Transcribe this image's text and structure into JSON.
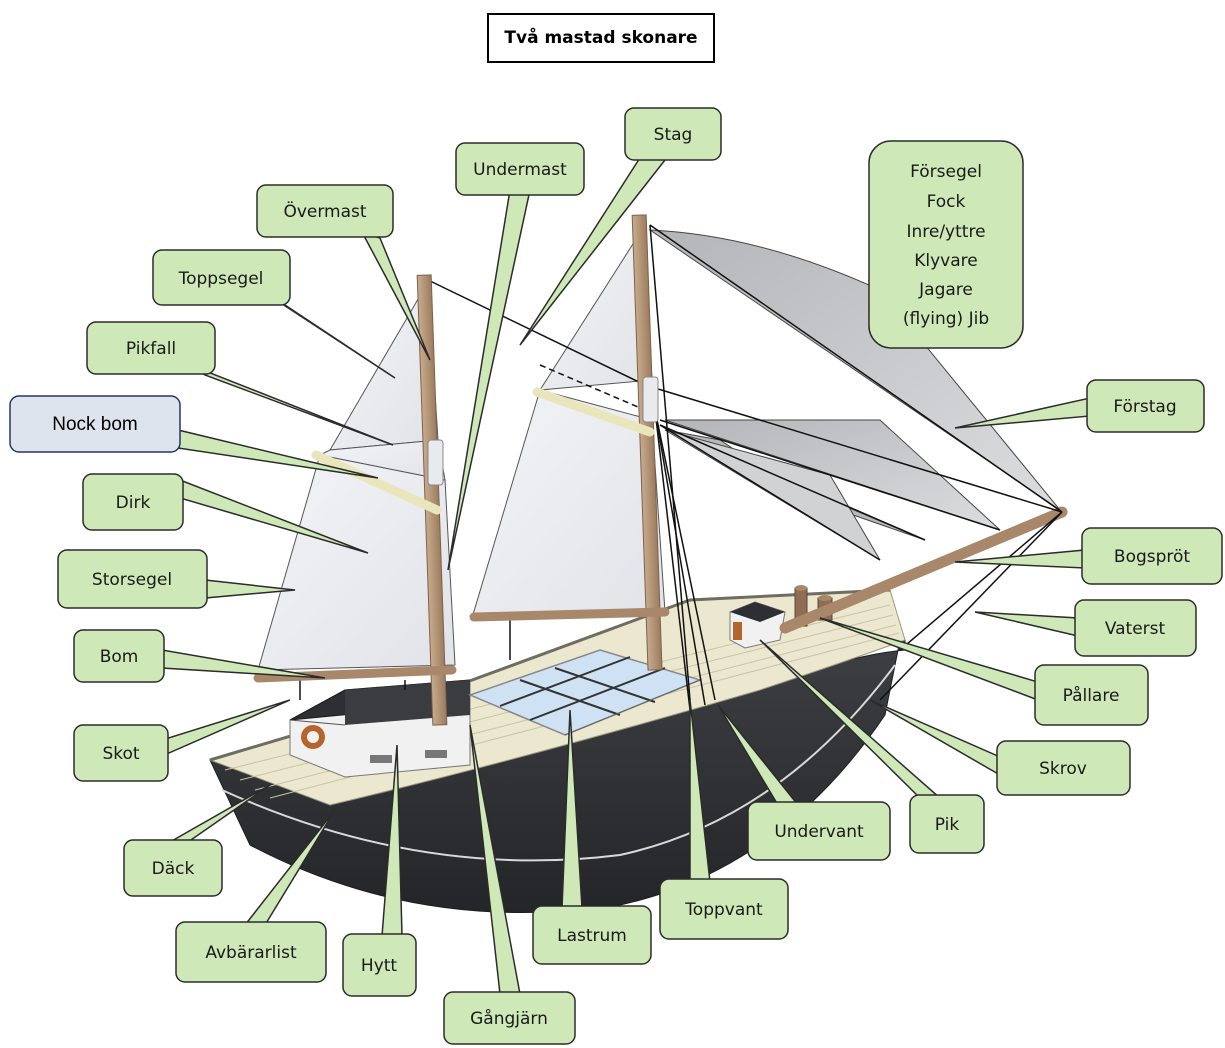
{
  "title": "Två mastad skonare",
  "sail_types": [
    "Försegel",
    "Fock",
    "Inre/yttre",
    "Klyvare",
    "Jagare",
    "(flying) Jib"
  ],
  "labels": {
    "stag": "Stag",
    "undermast": "Undermast",
    "overmast": "Övermast",
    "toppsegel": "Toppsegel",
    "pikfall": "Pikfall",
    "nock_bom": "Nock bom",
    "dirk": "Dirk",
    "storsegel": "Storsegel",
    "bom": "Bom",
    "skot": "Skot",
    "dack": "Däck",
    "avbararlist": "Avbärarlist",
    "hytt": "Hytt",
    "gangjarn": "Gångjärn",
    "lastrum": "Lastrum",
    "toppvant": "Toppvant",
    "undervant": "Undervant",
    "pik": "Pik",
    "skrov": "Skrov",
    "pallare": "Pållare",
    "vaterst": "Vaterst",
    "bogsprot": "Bogspröt",
    "forstag": "Förstag"
  },
  "colors": {
    "callout_fill": "#cfe8b8",
    "callout_stroke": "#2b2b2b",
    "hull": "#2f3133",
    "deck": "#ece8cf",
    "mast": "#b9987a",
    "sail": "#eceef2",
    "jib": "#c8c9cc",
    "nock_fill": "#dde4ee",
    "nock_stroke": "#1f3864"
  }
}
